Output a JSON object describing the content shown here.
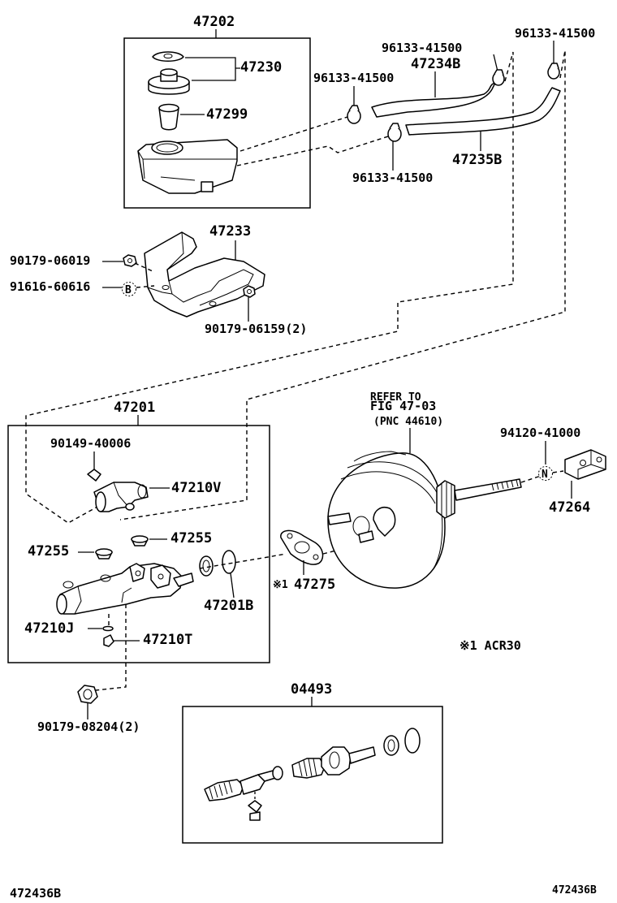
{
  "labels": {
    "p47202": "47202",
    "p47230": "47230",
    "p47299": "47299",
    "p96133_tl": "96133-41500",
    "p96133_tm": "96133-41500",
    "p96133_tr": "96133-41500",
    "p96133_b": "96133-41500",
    "p47234b": "47234B",
    "p47235b": "47235B",
    "p47233": "47233",
    "p90179_06019": "90179-06019",
    "p91616_60616": "91616-60616",
    "p90179_06159": "90179-06159(2)",
    "p47201": "47201",
    "p90149_40006": "90149-40006",
    "p47210v": "47210V",
    "p47255_l": "47255",
    "p47255_r": "47255",
    "p47210j": "47210J",
    "p47210t": "47210T",
    "p47201b": "47201B",
    "p47275": "47275",
    "note_mark": "※1",
    "refer_line1": "REFER TO",
    "refer_line2": "FIG 47-03",
    "refer_line3": "(PNC 44610)",
    "p94120_41000": "94120-41000",
    "p47264": "47264",
    "note_acr30": "※1 ACR30",
    "p90179_08204": "90179-08204(2)",
    "p04493": "04493",
    "fig_id_left": "472436B",
    "fig_id_right": "472436B"
  },
  "callouts": {
    "b": "B",
    "n": "N"
  }
}
